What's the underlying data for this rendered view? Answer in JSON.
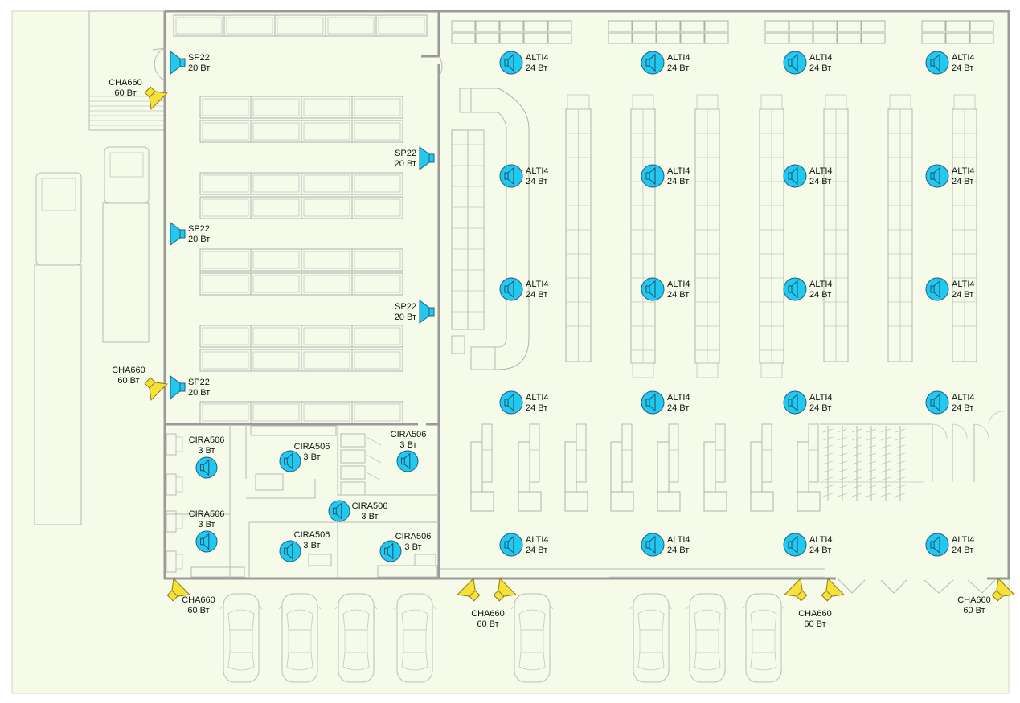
{
  "colors": {
    "background": "#f5fbe8",
    "wall": "#9a9a9a",
    "ceiling_speaker": "#22c8ee",
    "wall_speaker": "#22c8ee",
    "horn_speaker": "#f6e03a"
  },
  "speaker_types": {
    "ALTI4": {
      "icon": "ceiling-speaker-icon",
      "model": "ALTI4",
      "power": "24 Вт"
    },
    "SP22": {
      "icon": "wall-speaker-icon",
      "model": "SP22",
      "power": "20 Вт"
    },
    "CIRA506": {
      "icon": "ceiling-speaker-icon",
      "model": "CIRA506",
      "power": "3 Вт"
    },
    "CHA660": {
      "icon": "horn-speaker-icon",
      "model": "CHA660",
      "power": "60 Вт"
    }
  },
  "speakers": {
    "alti": [
      {
        "model": "ALTI4",
        "power": "24 Вт"
      },
      {
        "model": "ALTI4",
        "power": "24 Вт"
      },
      {
        "model": "ALTI4",
        "power": "24 Вт"
      },
      {
        "model": "ALTI4",
        "power": "24 Вт"
      },
      {
        "model": "ALTI4",
        "power": "24 Вт"
      },
      {
        "model": "ALTI4",
        "power": "24 Вт"
      },
      {
        "model": "ALTI4",
        "power": "24 Вт"
      },
      {
        "model": "ALTI4",
        "power": "24 Вт"
      },
      {
        "model": "ALTI4",
        "power": "24 Вт"
      },
      {
        "model": "ALTI4",
        "power": "24 Вт"
      },
      {
        "model": "ALTI4",
        "power": "24 Вт"
      },
      {
        "model": "ALTI4",
        "power": "24 Вт"
      },
      {
        "model": "ALTI4",
        "power": "24 Вт"
      },
      {
        "model": "ALTI4",
        "power": "24 Вт"
      },
      {
        "model": "ALTI4",
        "power": "24 Вт"
      },
      {
        "model": "ALTI4",
        "power": "24 Вт"
      },
      {
        "model": "ALTI4",
        "power": "24 Вт"
      },
      {
        "model": "ALTI4",
        "power": "24 Вт"
      },
      {
        "model": "ALTI4",
        "power": "24 Вт"
      },
      {
        "model": "ALTI4",
        "power": "24 Вт"
      }
    ],
    "sp22": [
      {
        "model": "SP22",
        "power": "20 Вт"
      },
      {
        "model": "SP22",
        "power": "20 Вт"
      },
      {
        "model": "SP22",
        "power": "20 Вт"
      },
      {
        "model": "SP22",
        "power": "20 Вт"
      },
      {
        "model": "SP22",
        "power": "20 Вт"
      }
    ],
    "cira": [
      {
        "model": "CIRA506",
        "power": "3 Вт"
      },
      {
        "model": "CIRA506",
        "power": "3 Вт"
      },
      {
        "model": "CIRA506",
        "power": "3 Вт"
      },
      {
        "model": "CIRA506",
        "power": "3 Вт"
      },
      {
        "model": "CIRA506",
        "power": "3 Вт"
      },
      {
        "model": "CIRA506",
        "power": "3 Вт"
      },
      {
        "model": "CIRA506",
        "power": "3 Вт"
      }
    ],
    "cha": [
      {
        "model": "CHA660",
        "power": "60 Вт"
      },
      {
        "model": "CHA660",
        "power": "60 Вт"
      },
      {
        "model": "CHA660",
        "power": "60 Вт"
      },
      {
        "model": "CHA660",
        "power": "60 Вт"
      },
      {
        "model": "CHA660",
        "power": "60 Вт"
      },
      {
        "model": "CHA660",
        "power": "60 Вт"
      }
    ]
  }
}
